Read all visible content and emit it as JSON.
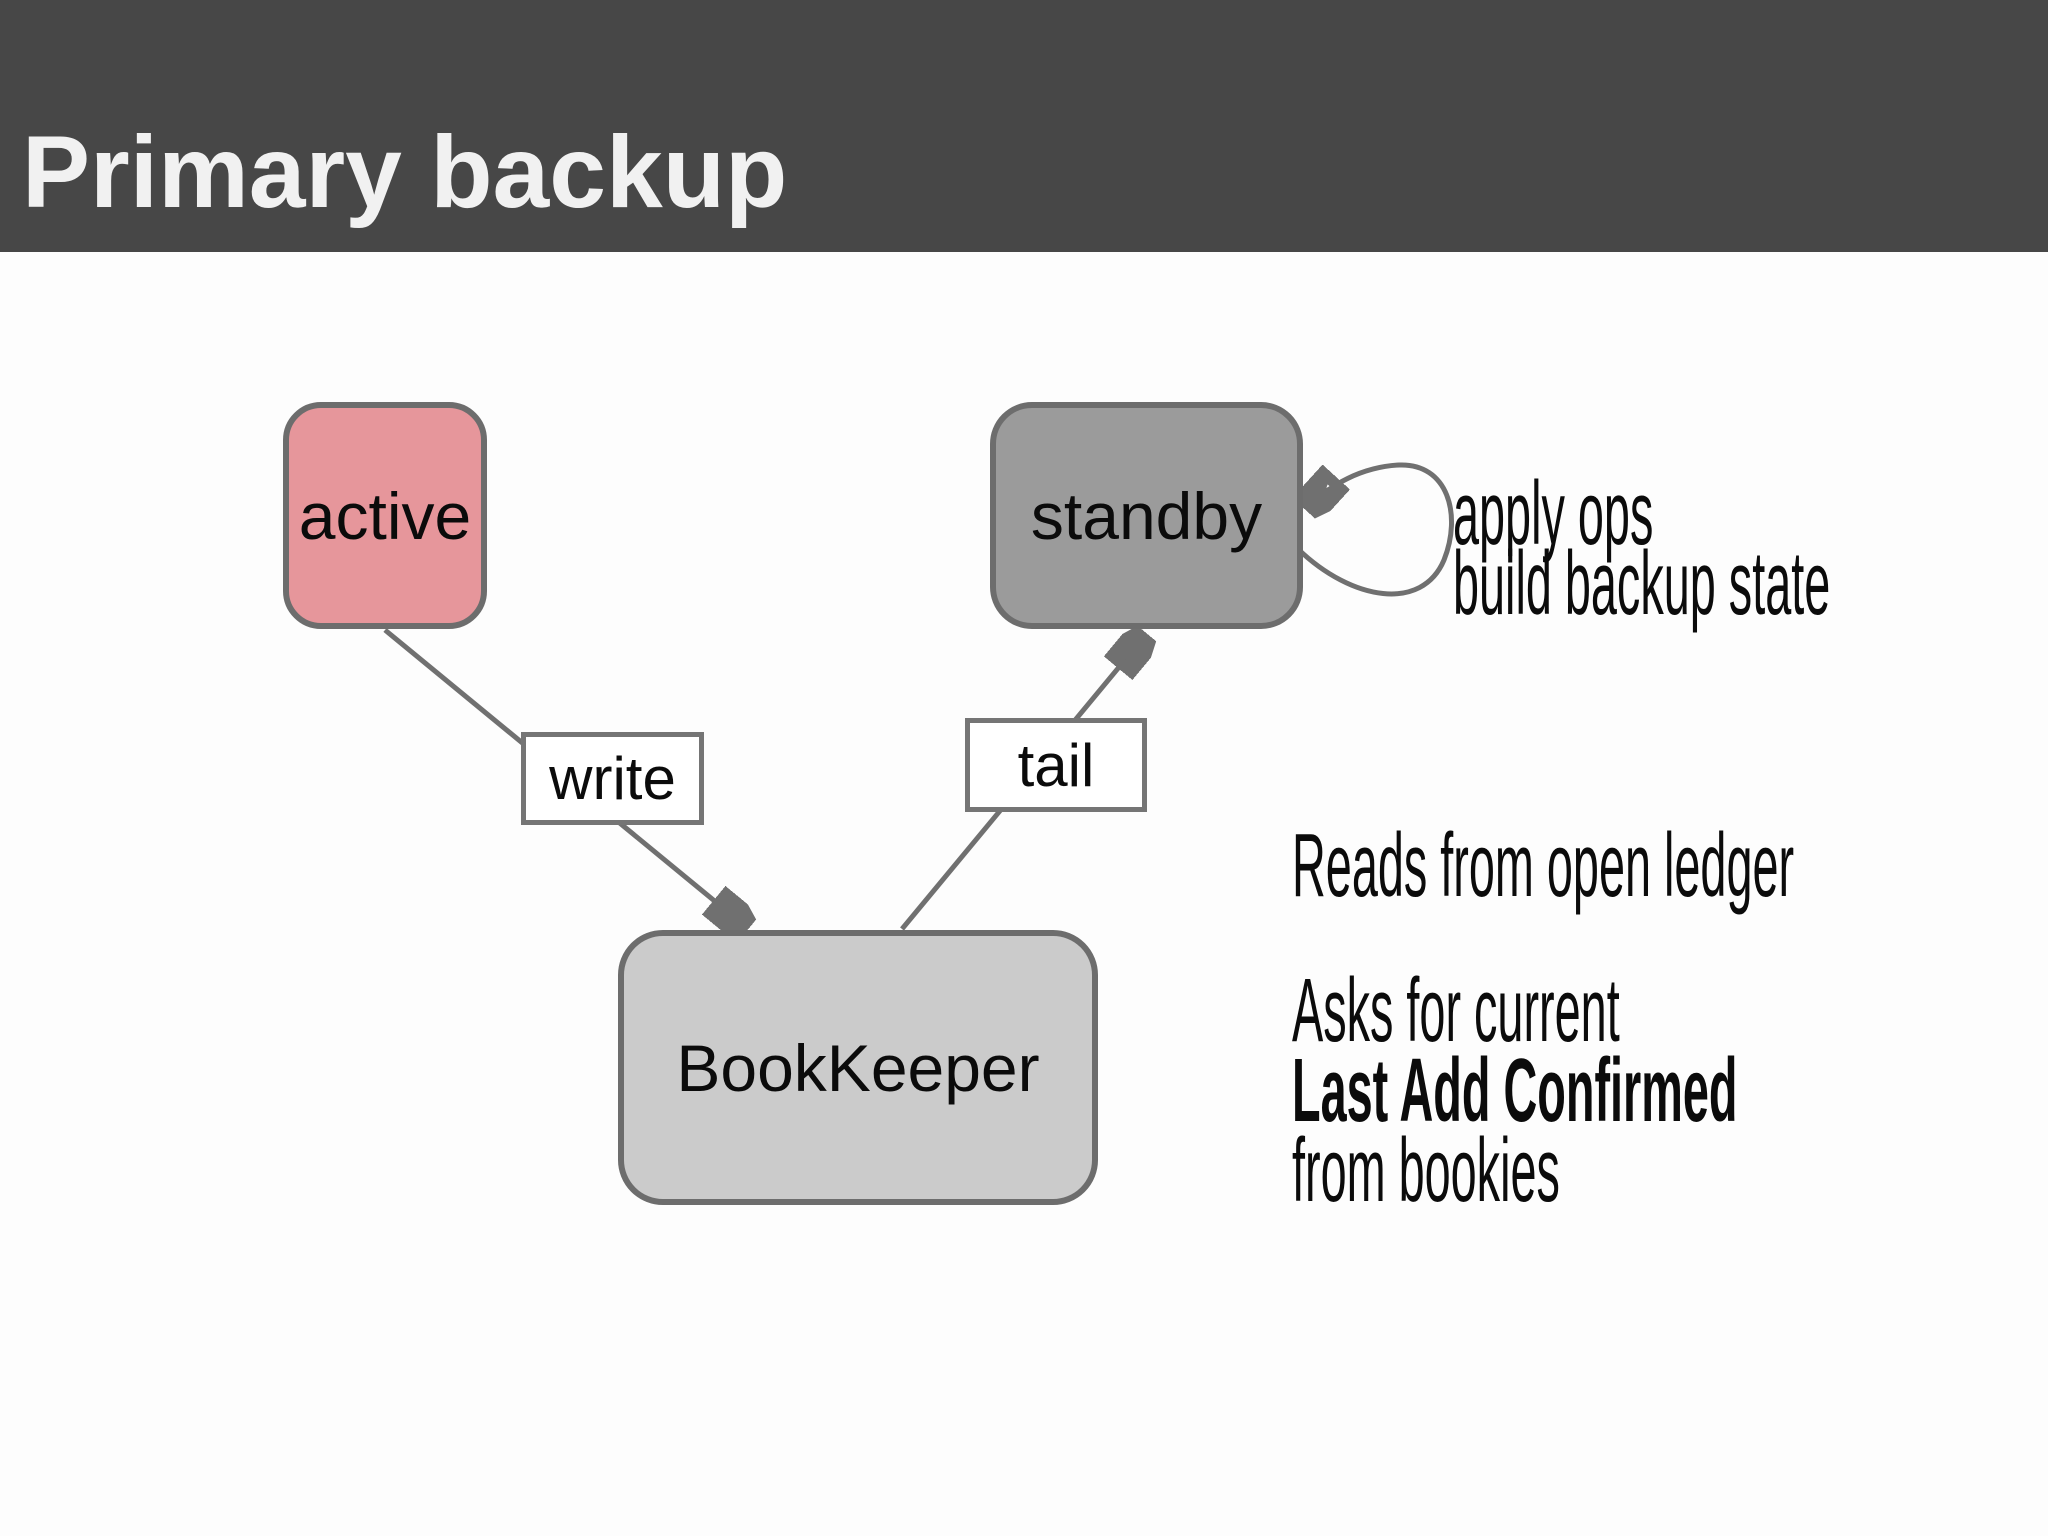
{
  "header": {
    "title": "Primary backup"
  },
  "nodes": {
    "active": {
      "label": "active",
      "fill": "#e6969b"
    },
    "standby": {
      "label": "standby",
      "fill": "#9b9b9b"
    },
    "bookkeeper": {
      "label": "BookKeeper",
      "fill": "#cbcbcb"
    }
  },
  "edges": {
    "write": {
      "label": "write"
    },
    "tail": {
      "label": "tail"
    }
  },
  "notes": {
    "self_loop_line1": "apply ops",
    "self_loop_line2": "build backup state",
    "reads": "Reads from open ledger",
    "asks_line1": "Asks for current",
    "asks_line2": "Last Add Confirmed",
    "asks_line3": "from bookies"
  },
  "colors": {
    "header_bg": "#474747",
    "title_text": "#f1f1f1",
    "active_fill": "#e6969b",
    "standby_fill": "#9b9b9b",
    "bookkeeper_fill": "#cbcbcb",
    "node_border": "#6d6d6d",
    "connector": "#707070",
    "label_box_bg": "#ffffff",
    "label_box_border": "#757575",
    "body_text": "#0b0b0b"
  }
}
